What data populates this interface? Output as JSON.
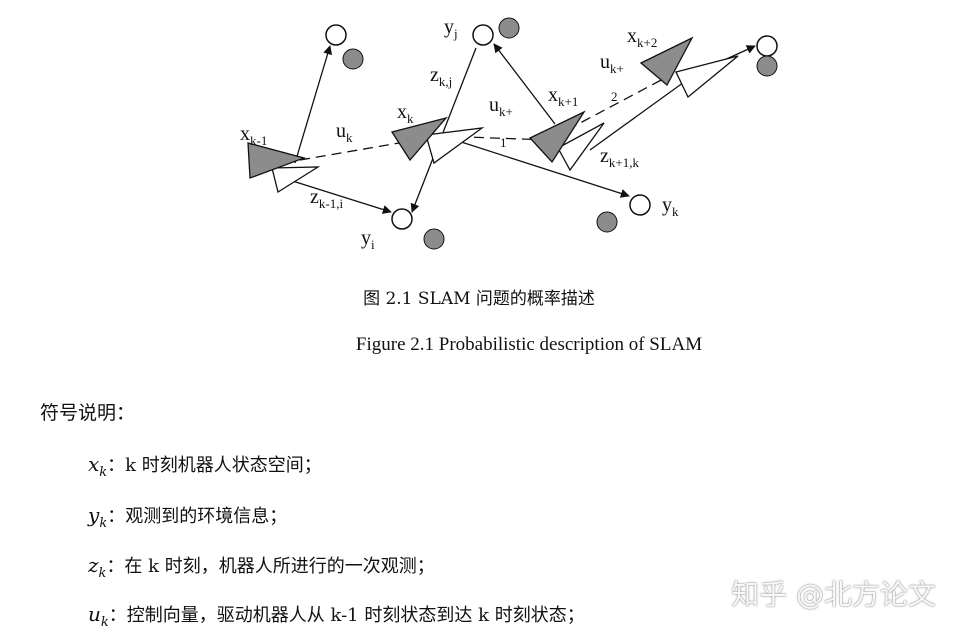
{
  "diagram": {
    "labels": {
      "xk1_main": "x",
      "xk1_sub": "k-1",
      "uk_main": "u",
      "uk_sub": "k",
      "xk_main": "x",
      "xk_sub": "k",
      "zkj_main": "z",
      "zkj_sub": "k,j",
      "yj_main": "y",
      "yj_sub": "j",
      "uk1_main": "u",
      "uk1_sub": "k+",
      "uk1_tail": "1",
      "xkp1_main": "x",
      "xkp1_sub": "k+1",
      "xkp2_main": "x",
      "xkp2_sub": "k+2",
      "uk2_main": "u",
      "uk2_sub": "k+",
      "uk2_tail": "2",
      "zk1k_main": "z",
      "zk1k_sub": "k+1,k",
      "zk1i_main": "z",
      "zk1i_sub": "k-1,i",
      "yi_main": "y",
      "yi_sub": "i",
      "yk_main": "y",
      "yk_sub": "k"
    },
    "colors": {
      "gray": "#8c8c8c",
      "stroke": "#111111"
    }
  },
  "captions": {
    "cn": "图 2.1 SLAM 问题的概率描述",
    "en": "Figure 2.1 Probabilistic description of SLAM"
  },
  "legend": {
    "title": "符号说明：",
    "items": [
      {
        "var": "x",
        "sub": "k",
        "text": "：k 时刻机器人状态空间；"
      },
      {
        "var": "y",
        "sub": "k",
        "text": "：观测到的环境信息；"
      },
      {
        "var": "z",
        "sub": "k",
        "text": "：在 k 时刻，机器人所进行的一次观测；"
      },
      {
        "var": "u",
        "sub": "k",
        "text": "：控制向量，驱动机器人从 k-1 时刻状态到达 k 时刻状态；"
      }
    ]
  },
  "watermark": "知乎 @北方论文"
}
